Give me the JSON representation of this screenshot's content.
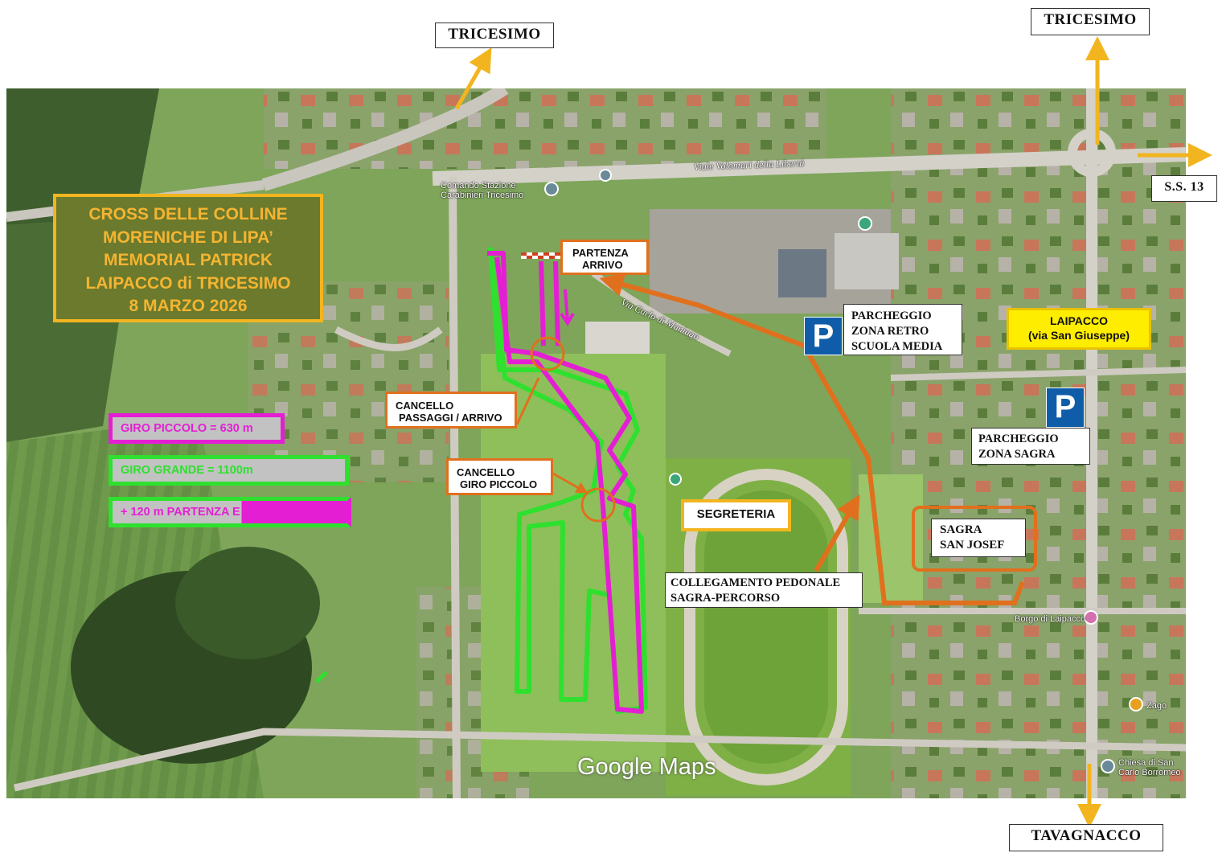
{
  "title": {
    "lines": [
      "CROSS DELLE COLLINE",
      "MORENICHE DI LIPA’",
      "MEMORIAL PATRICK",
      "LAIPACCO di TRICESIMO",
      "8 MARZO 2026"
    ]
  },
  "directions": {
    "tricesimo_left": "TRICESIMO",
    "tricesimo_right": "TRICESIMO",
    "ss13": "S.S. 13",
    "tavagnacco": "TAVAGNACCO"
  },
  "labels": {
    "partenza": [
      "PARTENZA",
      "ARRIVO"
    ],
    "cancello_passaggi": [
      "CANCELLO",
      "PASSAGGI / ARRIVO"
    ],
    "cancello_giro_piccolo": [
      "CANCELLO",
      "GIRO PICCOLO"
    ],
    "parcheggio_retro": [
      "PARCHEGGIO",
      "ZONA RETRO",
      "SCUOLA MEDIA"
    ],
    "laipacco": [
      "LAIPACCO",
      "(via San Giuseppe)"
    ],
    "parcheggio_sagra": [
      "PARCHEGGIO",
      "ZONA SAGRA"
    ],
    "segreteria": "SEGRETERIA",
    "sagra": [
      "SAGRA",
      "SAN JOSEF"
    ],
    "collegamento": [
      "COLLEGAMENTO  PEDONALE",
      "SAGRA-PERCORSO"
    ],
    "parking_symbol": "P"
  },
  "legend": {
    "giro_piccolo": "GIRO PICCOLO = 630 m",
    "giro_grande": "GIRO GRANDE  = 1100m",
    "partenza_arrivo": "+ 120 m PARTENZA E ARRIVO"
  },
  "map_text": {
    "road_top": "Viale Volontari della Libertà",
    "road_curve": "Via Carlo di Maniago",
    "carabinieri": [
      "Comando Stazione",
      "Carabinieri Tricesimo"
    ],
    "borgo": "Borgo di Laipacco",
    "chiesa": [
      "Chiesa di San",
      "Carlo Borromeo"
    ],
    "zago": "Zago",
    "google": "Google Maps"
  },
  "colors": {
    "giro_piccolo": "#e41fd3",
    "giro_grande": "#2fe02f",
    "orange": "#e0701d",
    "yellow_arrow": "#f2b51f",
    "parking_blue": "#0f5da8"
  }
}
